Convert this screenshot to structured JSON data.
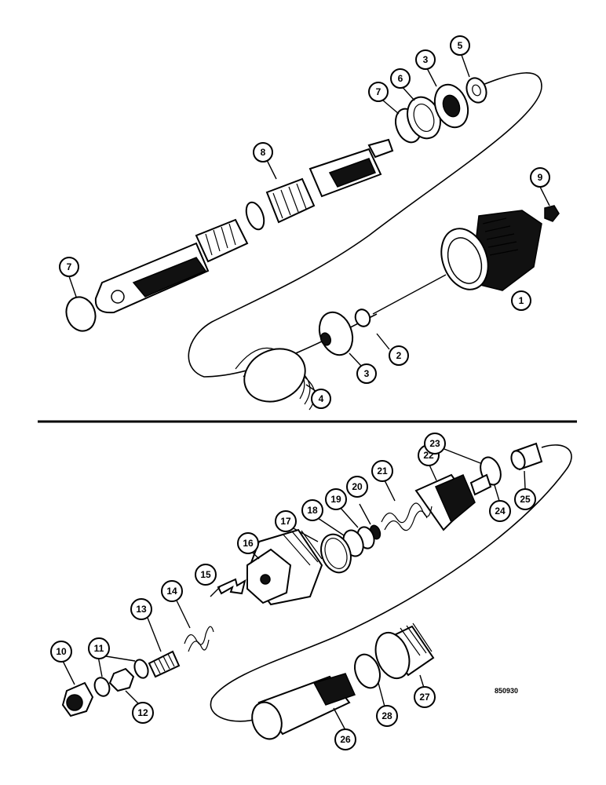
{
  "figure_code": "850930",
  "callouts": [
    {
      "id": "c1",
      "label": "1"
    },
    {
      "id": "c2",
      "label": "2"
    },
    {
      "id": "c3a",
      "label": "3"
    },
    {
      "id": "c3b",
      "label": "3"
    },
    {
      "id": "c4",
      "label": "4"
    },
    {
      "id": "c5",
      "label": "5"
    },
    {
      "id": "c6",
      "label": "6"
    },
    {
      "id": "c7a",
      "label": "7"
    },
    {
      "id": "c7b",
      "label": "7"
    },
    {
      "id": "c8",
      "label": "8"
    },
    {
      "id": "c9",
      "label": "9"
    },
    {
      "id": "c10",
      "label": "10"
    },
    {
      "id": "c11",
      "label": "11"
    },
    {
      "id": "c12",
      "label": "12"
    },
    {
      "id": "c13",
      "label": "13"
    },
    {
      "id": "c14",
      "label": "14"
    },
    {
      "id": "c15",
      "label": "15"
    },
    {
      "id": "c16",
      "label": "16"
    },
    {
      "id": "c17",
      "label": "17"
    },
    {
      "id": "c18",
      "label": "18"
    },
    {
      "id": "c19",
      "label": "19"
    },
    {
      "id": "c20",
      "label": "20"
    },
    {
      "id": "c21",
      "label": "21"
    },
    {
      "id": "c22",
      "label": "22"
    },
    {
      "id": "c23",
      "label": "23"
    },
    {
      "id": "c24",
      "label": "24"
    },
    {
      "id": "c25",
      "label": "25"
    },
    {
      "id": "c26",
      "label": "26"
    },
    {
      "id": "c27",
      "label": "27"
    },
    {
      "id": "c28",
      "label": "28"
    }
  ]
}
